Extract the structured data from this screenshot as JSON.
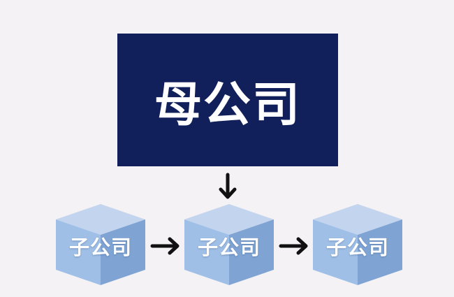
{
  "parent": {
    "label": "母公司",
    "color": "#11205a"
  },
  "subsidiaries": [
    {
      "label": "子公司"
    },
    {
      "label": "子公司"
    },
    {
      "label": "子公司"
    }
  ],
  "colors": {
    "background": "#f4f2f4",
    "cube_top": "#c3d5ee",
    "cube_front": "#9fbfe6",
    "cube_side": "#7fa4d4",
    "arrow": "#111111"
  }
}
